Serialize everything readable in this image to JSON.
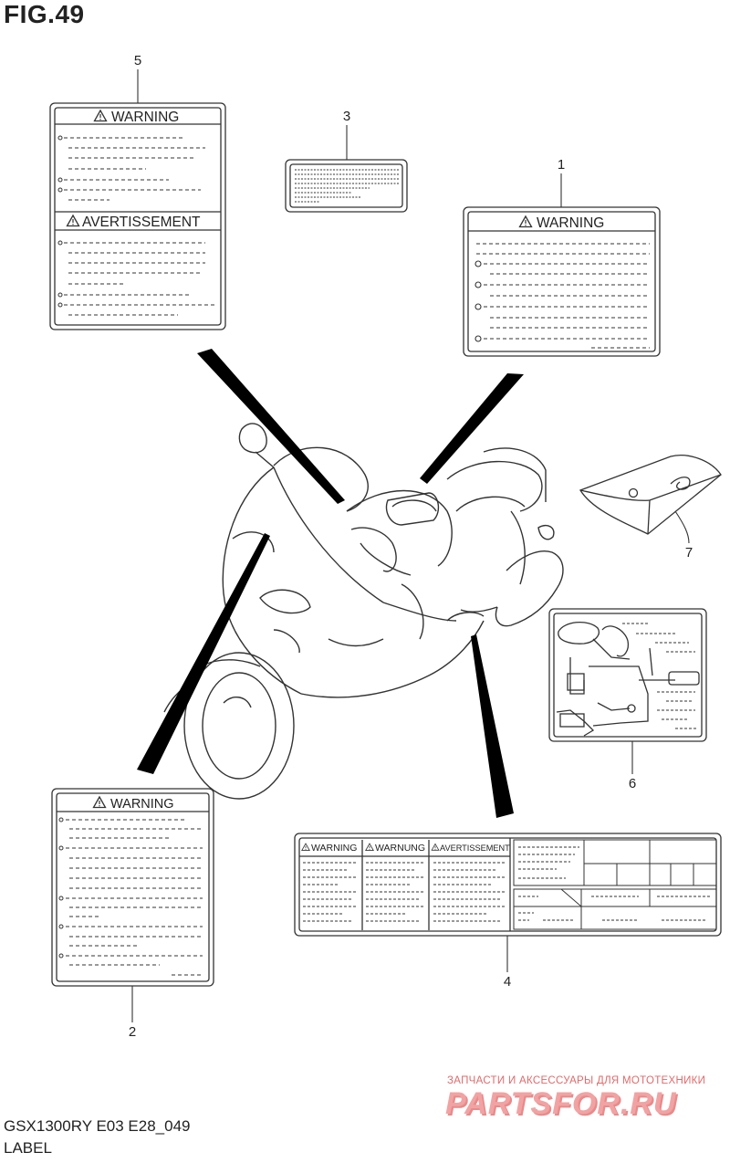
{
  "figure": {
    "title": "FIG.49",
    "model": "GSX1300RY E03 E28_049",
    "section": "LABEL"
  },
  "callouts": [
    "1",
    "2",
    "3",
    "4",
    "5",
    "6",
    "7"
  ],
  "labels": {
    "warning": "WARNING",
    "avertissement": "AVERTISSEMENT",
    "warnung": "WARNUNG"
  },
  "icons": [
    "warning-triangle-icon"
  ],
  "watermark": {
    "tagline": "ЗАПЧАСТИ И АКСЕССУАРЫ ДЛЯ МОТОТЕХНИКИ",
    "logo": "PARTSFOR.RU"
  },
  "colors": {
    "line": "#333333",
    "watermark": "#e98a8a"
  }
}
